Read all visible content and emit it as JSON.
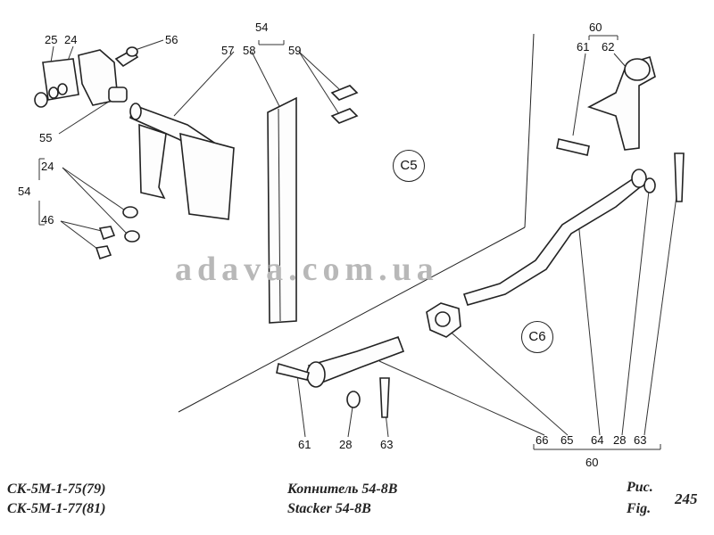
{
  "labels": {
    "p25": "25",
    "p24a": "24",
    "p56": "56",
    "p54a": "54",
    "p57": "57",
    "p58": "58",
    "p59": "59",
    "p55": "55",
    "p24b": "24",
    "p54b": "54",
    "p46": "46",
    "p60a": "60",
    "p61a": "61",
    "p62": "62",
    "p61b": "61",
    "p28a": "28",
    "p63a": "63",
    "p66": "66",
    "p65": "65",
    "p64": "64",
    "p28b": "28",
    "p63b": "63",
    "p60b": "60"
  },
  "callouts": {
    "c5": "C5",
    "c6": "C6"
  },
  "watermark": "adava.com.ua",
  "caption": {
    "models_line1": "СК-5М-1-75(79)",
    "models_line2": "СК-5М-1-77(81)",
    "title_ru": "Копнитель 54-8В",
    "title_en": "Stacker 54-8B",
    "fig_ru": "Рис.",
    "fig_en": "Fig.",
    "fig_number": "245"
  }
}
